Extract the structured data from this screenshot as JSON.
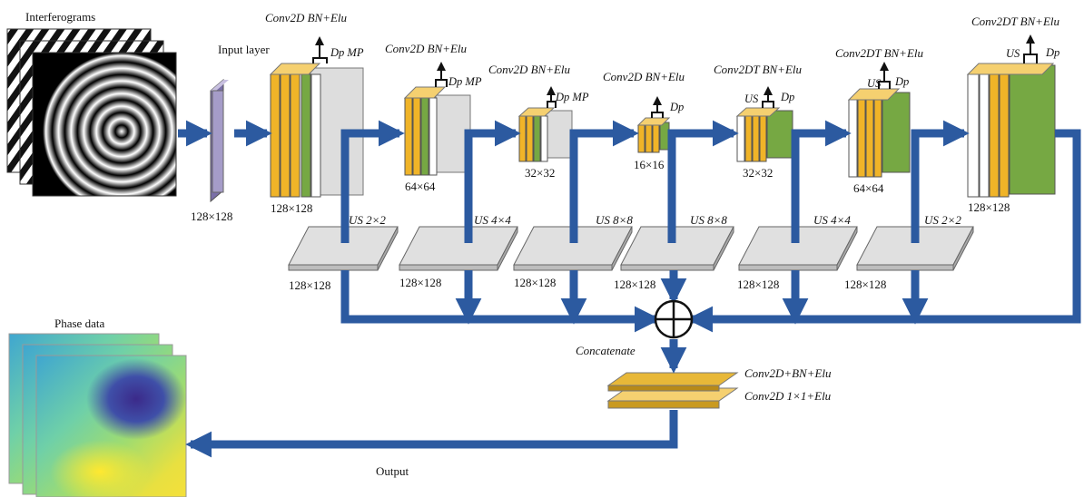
{
  "input": {
    "title": "Interferograms",
    "layer_label": "Input layer",
    "layer_size": "128×128"
  },
  "encoder": [
    {
      "op": "Conv2D BN+Elu",
      "extras": "Dp MP",
      "size": "128×128"
    },
    {
      "op": "Conv2D BN+Elu",
      "extras": "Dp MP",
      "size": "64×64"
    },
    {
      "op": "Conv2D BN+Elu",
      "extras": "Dp MP",
      "size": "32×32"
    },
    {
      "op": "Conv2D BN+Elu",
      "extras": "Dp",
      "size": "16×16"
    }
  ],
  "decoder": [
    {
      "op": "Conv2DT BN+Elu",
      "us": "US",
      "dp": "Dp",
      "size": "32×32"
    },
    {
      "op": "Conv2DT BN+Elu",
      "us": "US",
      "dp": "Dp",
      "size": "64×64"
    },
    {
      "op": "Conv2DT BN+Elu",
      "us": "US",
      "dp": "Dp",
      "size": "128×128"
    }
  ],
  "upsample": [
    {
      "label": "US 2×2",
      "size": "128×128"
    },
    {
      "label": "US 4×4",
      "size": "128×128"
    },
    {
      "label": "US 8×8",
      "size": "128×128"
    },
    {
      "label": "US 8×8",
      "size": "128×128"
    },
    {
      "label": "US 4×4",
      "size": "128×128"
    },
    {
      "label": "US 2×2",
      "size": "128×128"
    }
  ],
  "merge": {
    "label": "Concatenate"
  },
  "output_block": {
    "line1": "Conv2D+BN+Elu",
    "line2": "Conv2D 1×1+Elu"
  },
  "output": {
    "label": "Output",
    "title": "Phase data"
  },
  "colors": {
    "arrow": "#2c5aa0",
    "conv": "#f0b428",
    "green": "#76a843",
    "input_layer": "#a59cc8",
    "up_block": "#e0e0e0"
  }
}
